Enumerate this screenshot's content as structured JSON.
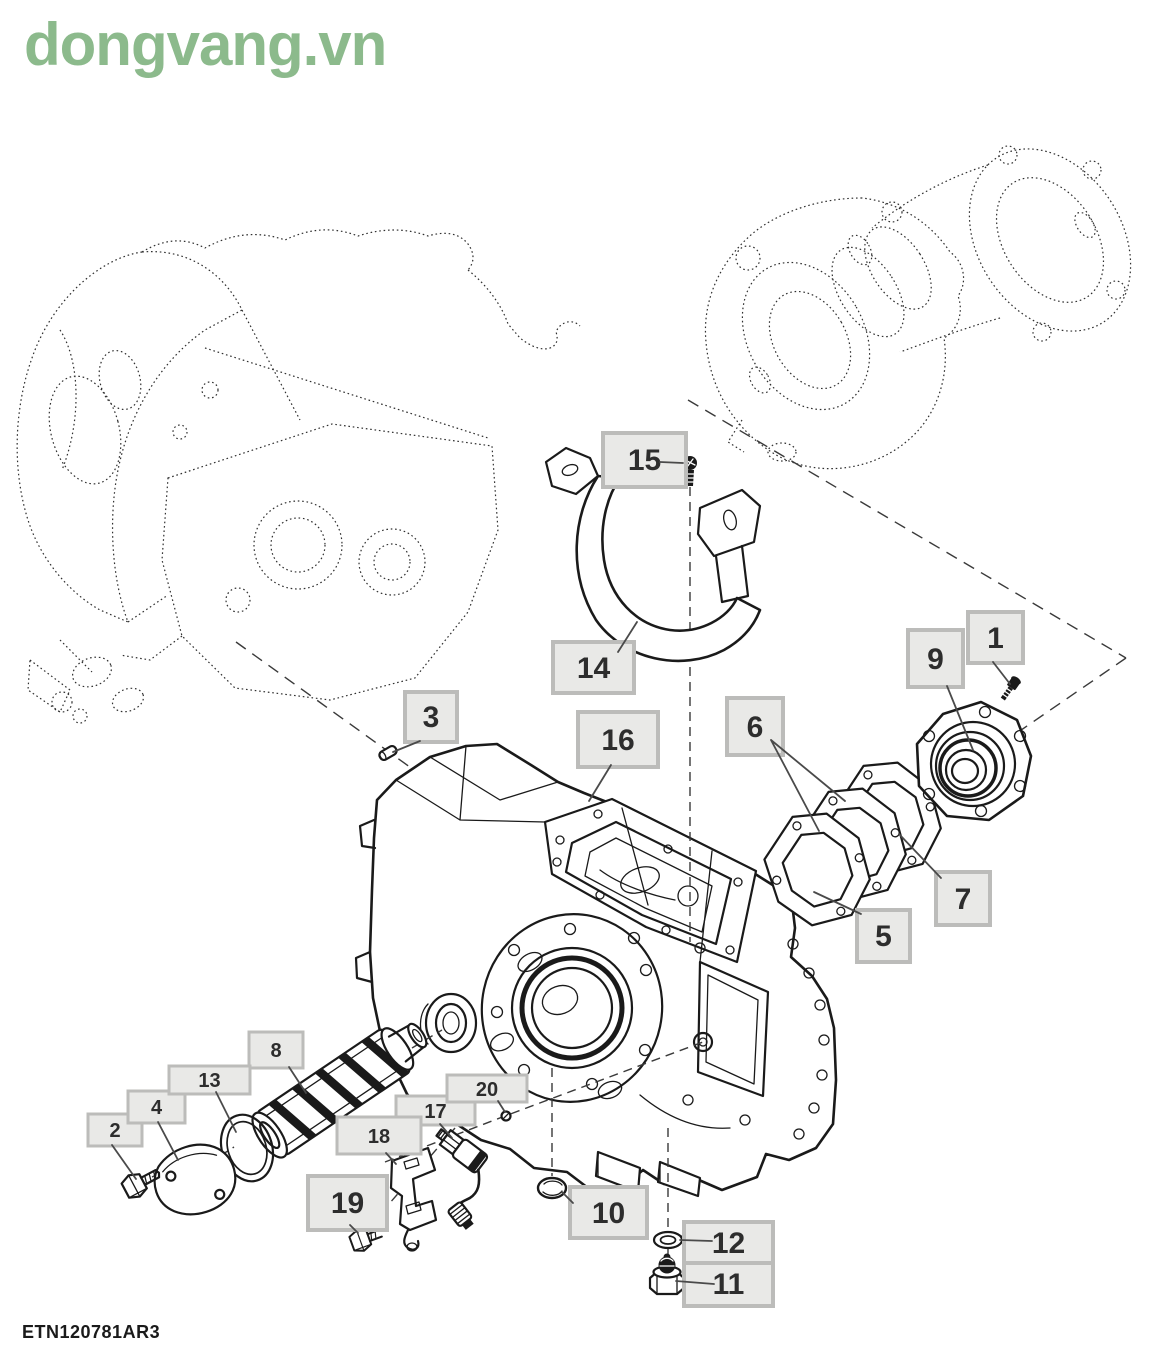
{
  "watermark": "dongvang.vn",
  "drawing_code": "ETN120781AR3",
  "callouts": [
    {
      "num": "1"
    },
    {
      "num": "2"
    },
    {
      "num": "3"
    },
    {
      "num": "4"
    },
    {
      "num": "5"
    },
    {
      "num": "6"
    },
    {
      "num": "7"
    },
    {
      "num": "8"
    },
    {
      "num": "9"
    },
    {
      "num": "10"
    },
    {
      "num": "11"
    },
    {
      "num": "12"
    },
    {
      "num": "13"
    },
    {
      "num": "14"
    },
    {
      "num": "15"
    },
    {
      "num": "16"
    },
    {
      "num": "17"
    },
    {
      "num": "18"
    },
    {
      "num": "19"
    },
    {
      "num": "20"
    }
  ],
  "colors": {
    "watermark_green": "#8cba8c",
    "callout_fill": "#e9e9e7",
    "callout_border": "#bcbcba",
    "line_art": "#1a1a1a"
  }
}
